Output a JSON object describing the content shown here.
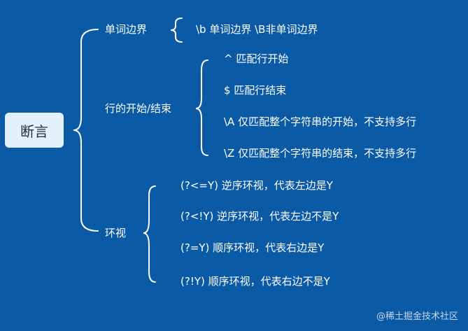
{
  "root": {
    "label": "断言"
  },
  "branches": [
    {
      "label": "单词边界",
      "leaves": [
        "\\b 单词边界  \\B非单词边界"
      ]
    },
    {
      "label": "行的开始/结束",
      "leaves": [
        "^ 匹配行开始",
        "$ 匹配行结束",
        "\\A 仅匹配整个字符串的开始，不支持多行",
        "\\Z 仅匹配整个字符串的结束，不支持多行"
      ]
    },
    {
      "label": "环视",
      "leaves": [
        "(?<=Y)  逆序环视，代表左边是Y",
        "(?<!Y)  逆序环视，代表左边不是Y",
        "(?=Y)  顺序环视，代表右边是Y",
        "(?!Y)  顺序环视，代表右边不是Y"
      ]
    }
  ],
  "watermark": "@稀土掘金技术社区",
  "colors": {
    "background": "#0b5aa6",
    "root_fill": "#e3f1fb",
    "line": "#ffffff",
    "text": "#ffffff"
  }
}
